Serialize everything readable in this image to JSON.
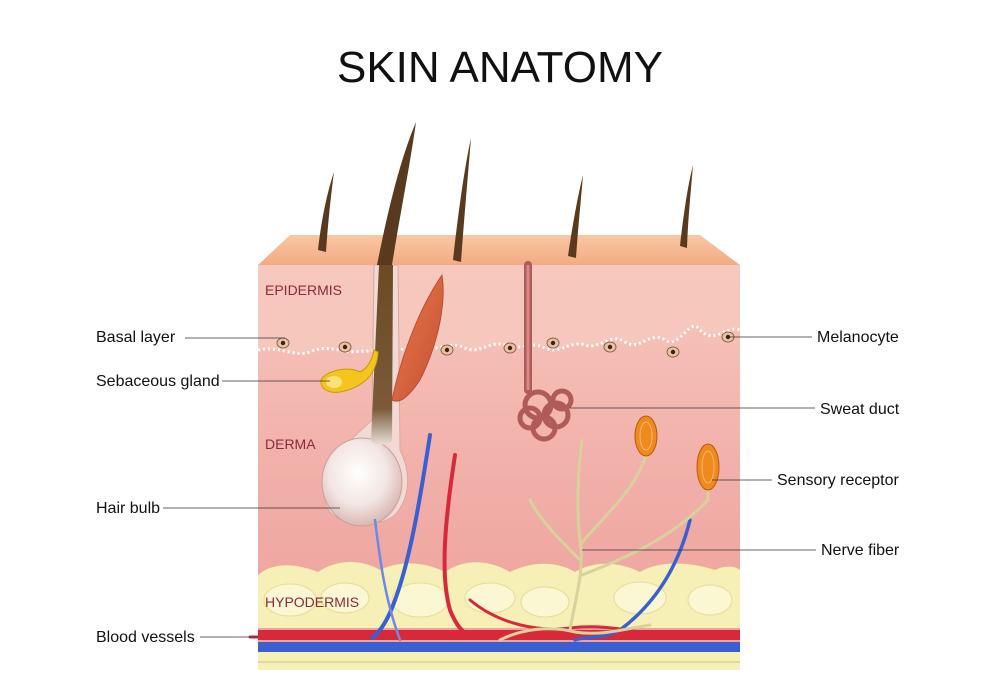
{
  "title": "SKIN ANATOMY",
  "layers": {
    "epidermis": "EPIDERMIS",
    "derma": "DERMA",
    "hypodermis": "HYPODERMIS"
  },
  "callouts": {
    "basal_layer": "Basal layer",
    "sebaceous_gland": "Sebaceous gland",
    "hair_bulb": "Hair bulb",
    "blood_vessels": "Blood vessels",
    "melanocyte": "Melanocyte",
    "sweat_duct": "Sweat duct",
    "sensory_receptor": "Sensory receptor",
    "nerve_fiber": "Nerve fiber"
  },
  "colors": {
    "skin_top": "#f7b58e",
    "epidermis": "#f6c2b6",
    "derma": "#f2aaa6",
    "fat": "#f7f0b8",
    "artery": "#d9283a",
    "vein": "#3a5fd1",
    "hair": "#5a3a1e",
    "muscle": "#d9663f",
    "nerve": "#d7d29a",
    "receptor": "#f08a1e",
    "sebum": "#f4c51c",
    "sweat_gland": "#b05a5a"
  }
}
